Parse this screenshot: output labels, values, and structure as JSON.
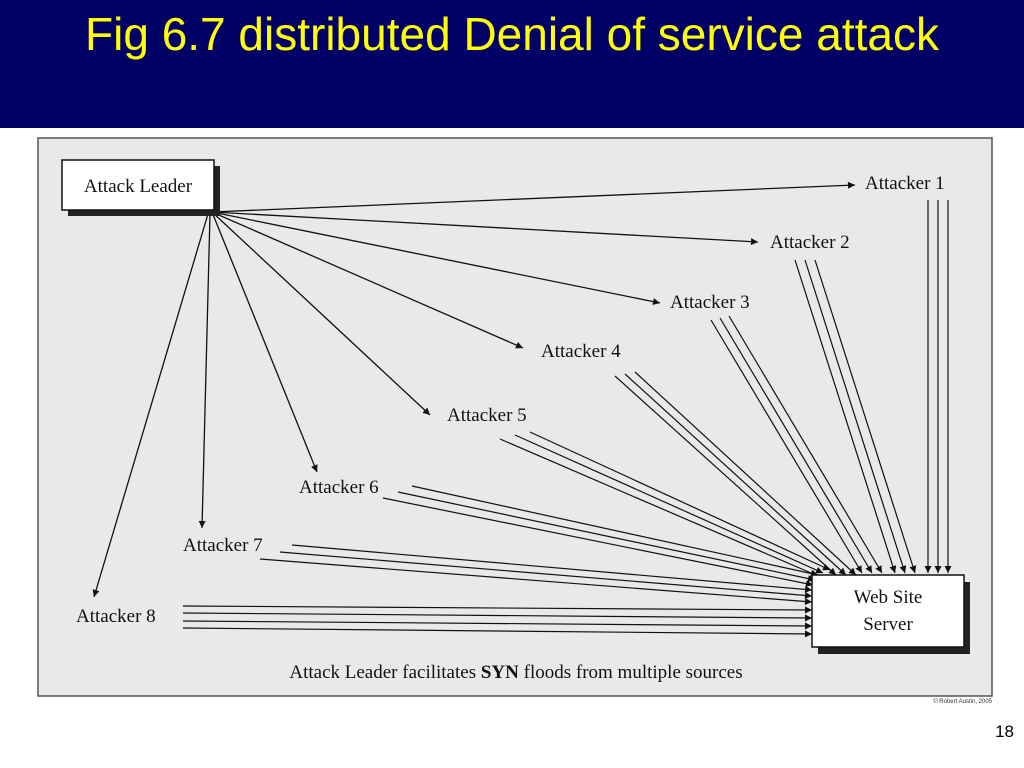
{
  "slide": {
    "title": "Fig 6.7 distributed Denial of service attack",
    "page_number": "18"
  },
  "diagram": {
    "leader_label": "Attack Leader",
    "server_label_line1": "Web Site",
    "server_label_line2": "Server",
    "attackers": [
      "Attacker 1",
      "Attacker 2",
      "Attacker 3",
      "Attacker 4",
      "Attacker 5",
      "Attacker 6",
      "Attacker 7",
      "Attacker 8"
    ],
    "caption_part1": "Attack Leader facilitates ",
    "caption_bold": "SYN",
    "caption_part2": " floods from multiple sources",
    "copyright": "© Robert Austin, 2005"
  },
  "colors": {
    "title_bar_bg": "#000066",
    "title_text": "#ffff00",
    "diagram_bg": "#e9e9e9"
  }
}
